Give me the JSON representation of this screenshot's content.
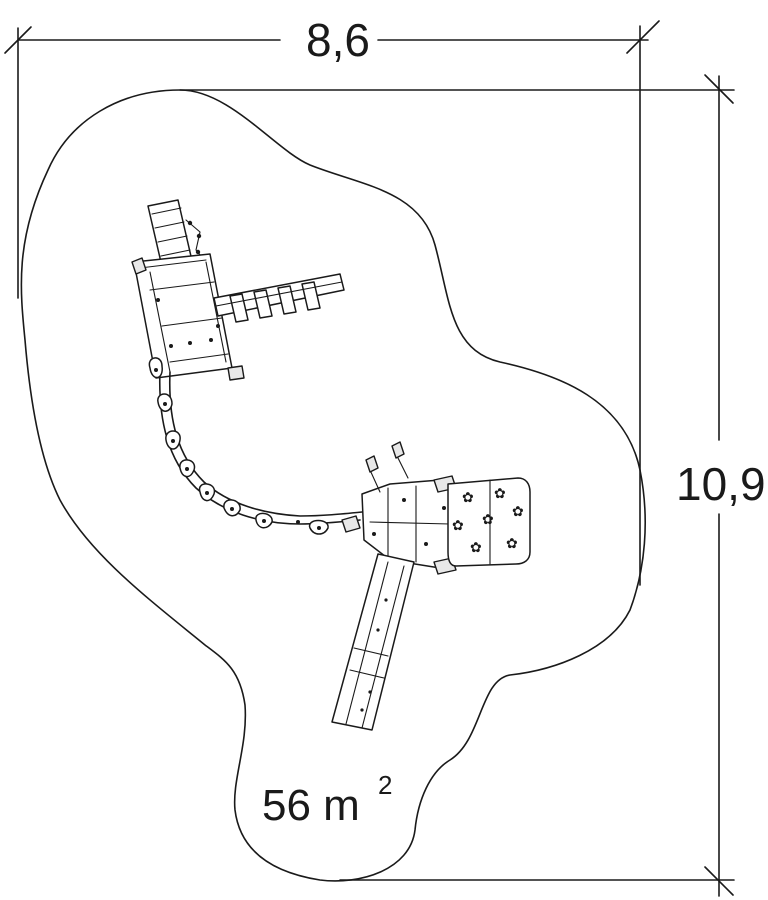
{
  "dimensions": {
    "width_label": "8,6",
    "height_label": "10,9"
  },
  "area": {
    "value": "56 m",
    "superscript": "2"
  }
}
